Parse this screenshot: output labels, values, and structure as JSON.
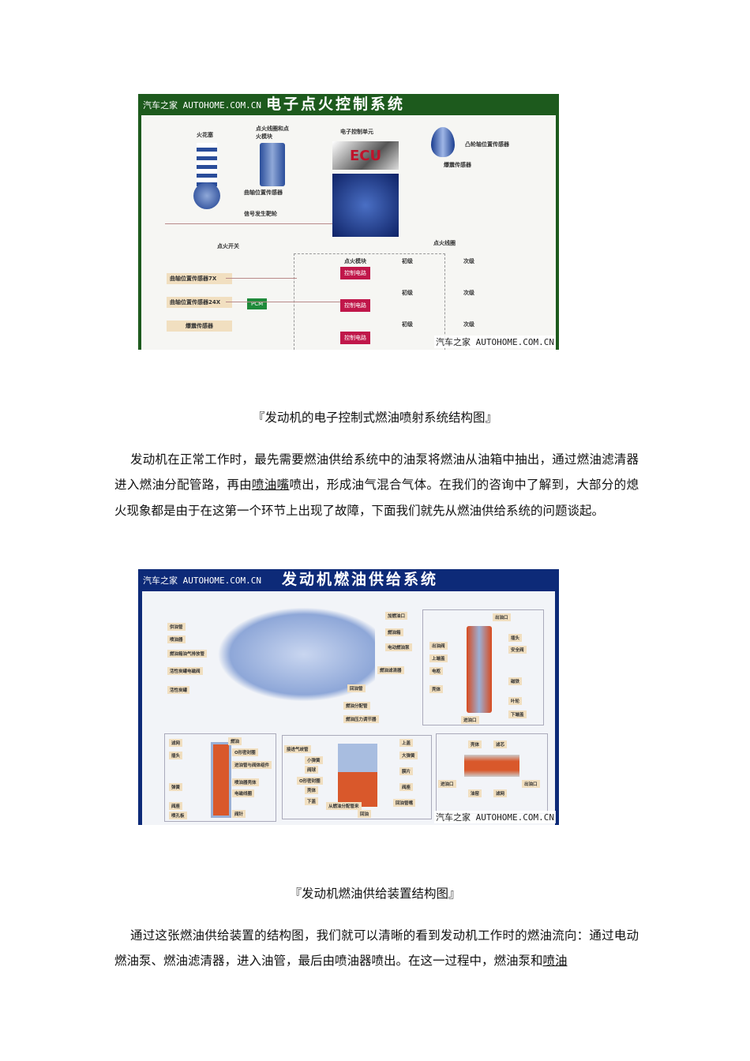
{
  "figure1": {
    "brand": "汽车之家 AUTOHOME.COM.CN",
    "title": "电子点火控制系统",
    "labels": {
      "spark_plug": "火花塞",
      "coil_module": "点火线圈和点火模块",
      "ecu_unit": "电子控制单元",
      "ecu": "ECU",
      "cam_sensor": "凸轮轴位置传感器",
      "knock_sensor": "爆震传感器",
      "crank_sensor": "曲轴位置传感器",
      "signal_wheel": "信号发生靶轮",
      "ignition_switch": "点火开关",
      "ignition_coil": "点火线圈",
      "ignition_module": "点火模块",
      "crank7x": "曲轴位置传感器7X",
      "crank24x": "曲轴位置传感器24X",
      "knock_box": "爆震传感器",
      "pcm": "PCM",
      "control_circuit": "控制电路",
      "primary": "初级",
      "secondary": "次级"
    },
    "watermark": "汽车之家 AUTOHOME.COM.CN"
  },
  "caption1": "『发动机的电子控制式燃油喷射系统结构图』",
  "paragraph1": {
    "before": "发动机在正常工作时，最先需要燃油供给系统中的油泵将燃油从油箱中抽出，通过燃油滤清器进入燃油分配管路，再由",
    "link": "喷油嘴",
    "after": "喷出，形成油气混合气体。在我们的咨询中了解到，大部分的熄火现象都是由于在这第一个环节上出现了故障，下面我们就先从燃油供给系统的问题谈起。"
  },
  "figure2": {
    "brand": "汽车之家 AUTOHOME.COM.CN",
    "title": "发动机燃油供给系统",
    "car_labels_left": [
      "供油管",
      "喷油器",
      "燃油箱油气排放管",
      "活性炭罐电磁阀",
      "活性炭罐"
    ],
    "car_labels_right": [
      "加燃油口",
      "燃油箱",
      "电动燃油泵",
      "燃油滤清器",
      "回油管",
      "燃油分配管",
      "燃油压力调节器"
    ],
    "pump_labels": [
      "出油口",
      "出油阀",
      "上端盖",
      "电枢",
      "壳体",
      "插头",
      "安全阀",
      "磁铁",
      "叶轮",
      "下端盖",
      "进油口"
    ],
    "injector_labels": [
      "滤网",
      "插头",
      "弹簧",
      "阀座",
      "喷孔板",
      "燃油",
      "O形密封圈",
      "进油管与阀体组件",
      "喷油器壳体",
      "电磁线圈",
      "阀针"
    ],
    "regulator_labels": [
      "接进气歧管",
      "小弹簧",
      "阀球",
      "O形密封圈",
      "壳体",
      "下盖",
      "从燃油分配管来",
      "回油",
      "上盖",
      "大弹簧",
      "膜片",
      "阀座",
      "回油管嘴"
    ],
    "filter_labels": [
      "壳体",
      "滤芯",
      "进油口",
      "出油口",
      "油窑",
      "滤网"
    ],
    "watermark": "汽车之家 AUTOHOME.COM.CN"
  },
  "caption2": "『发动机燃油供给装置结构图』",
  "paragraph2": {
    "before": "通过这张燃油供给装置的结构图，我们就可以清晰的看到发动机工作时的燃油流向：通过电动燃油泵、燃油滤清器，进入油管，最后由喷油器喷出。在这一过程中，燃油泵和",
    "link": "喷油"
  }
}
